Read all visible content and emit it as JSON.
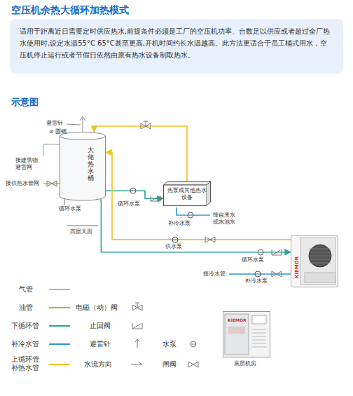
{
  "diagram": {
    "title": "空压机余热大循环加热模式",
    "nodes": [
      {
        "text": [
          "适用于距离近日需要定时供应热水,前提条件必须是工厂的空压机功率、台数足以供应或者超过全厂热水使用时,设定水温55°C 65°C甚至更高,开机时间约长水温越高。此方法更适合于员工桶式用水，空压机停止运行或者节假日依然由原有热水设备制取热水。"
        ]
      },
      {
        "text": [
          "大储热水桶"
        ]
      },
      {
        "text": [
          "热泵或其他热水设备"
        ]
      },
      {
        "text": [
          "KIEMOR"
        ]
      },
      {
        "text": [
          "KIEMOR",
          "底层机房"
        ]
      }
    ],
    "edges": [
      {
        "from": 2,
        "to": 1,
        "arrow": "to"
      },
      {
        "from": 1,
        "to": 2,
        "arrow": "to"
      },
      {
        "from": 3,
        "to": 1,
        "arrow": "to"
      },
      {
        "from": 1,
        "to": 3,
        "arrow": "to"
      }
    ],
    "labels": [
      "示意图",
      "避雷针",
      "⊘ 圆钢",
      "接建筑物避雷网",
      "接供热水管网",
      "循环水泵",
      "高层天面",
      "循环水泵",
      "补冷水泵",
      "接自来水或水池水",
      "供水泵",
      "循环水泵",
      "接冷水管",
      "补冷水泵"
    ],
    "legend": [
      {
        "text": "气管"
      },
      {
        "text": "油管"
      },
      {
        "text": "下循环管"
      },
      {
        "text": "补冷水管"
      },
      {
        "text": "上循环管 补热水管"
      },
      {
        "text": "电磁（动）阀"
      },
      {
        "text": "止回阀"
      },
      {
        "text": "避雷针"
      },
      {
        "text": "水流方向"
      },
      {
        "text": "水泵"
      },
      {
        "text": "闸阀"
      }
    ]
  }
}
